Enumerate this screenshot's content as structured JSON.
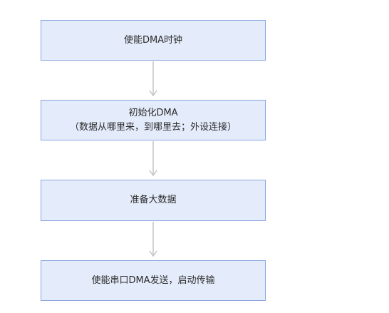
{
  "diagram": {
    "steps": [
      {
        "lines": [
          "使能DMA时钟"
        ]
      },
      {
        "lines": [
          "初始化DMA",
          "（数据从哪里来，到哪里去；外设连接）"
        ]
      },
      {
        "lines": [
          "准备大数据"
        ]
      },
      {
        "lines": [
          "使能串口DMA发送，启动传输"
        ]
      }
    ],
    "colors": {
      "box_fill": "#e4ecfb",
      "box_border": "#8aa5e0",
      "arrow": "#c4c4c4",
      "text": "#2b2b2b"
    }
  }
}
